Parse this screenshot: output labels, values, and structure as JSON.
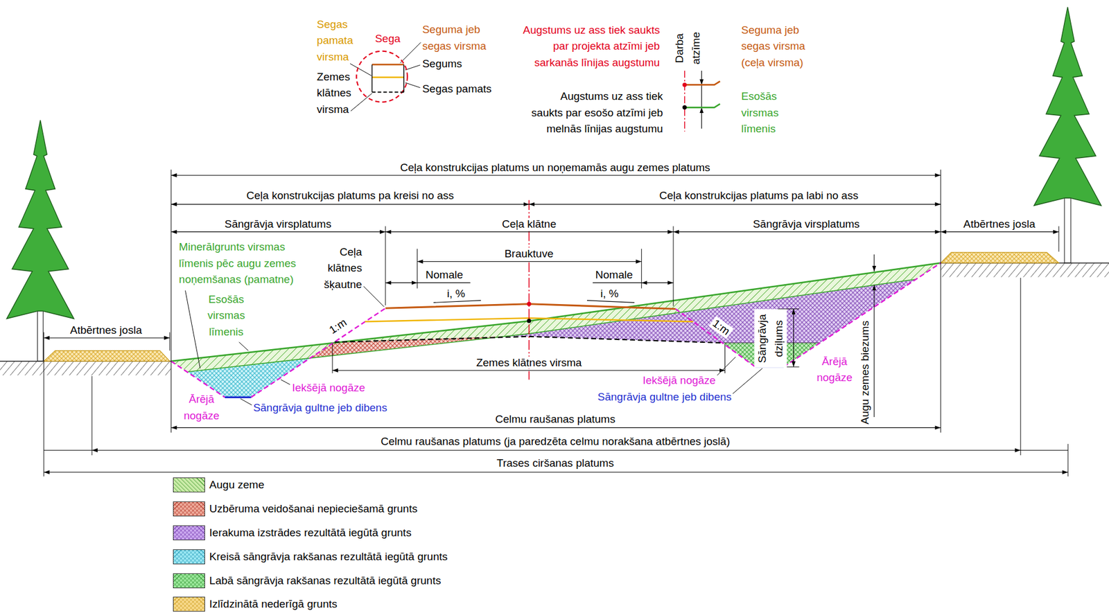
{
  "diagram": {
    "nodes": [
      {
        "text": [
          "Sega"
        ]
      }
    ],
    "labels": [
      "Segas pamata virsma",
      "Seguma jeb segas virsma",
      "Segums",
      "Zemes klātnes virsma",
      "Segas pamats",
      "Augstums uz ass tiek saukts par projekta atzīmi jeb sarkanās līnijas augstumu",
      "Darba atzīme",
      "Seguma jeb segas virsma (ceļa virsma)",
      "Augstums uz ass tiek saukts par esošo atzīmi jeb melnās līnijas augstumu",
      "Esošās virsmas līmenis",
      "Ceļa konstrukcijas platums un noņemamās augu zemes platums",
      "Ceļa konstrukcijas platums pa kreisi no ass",
      "Ceļa konstrukcijas platums pa labi no ass",
      "Sāngrāvja virsplatums",
      "Ceļa klātne",
      "Sāngrāvja virsplatums",
      "Atbērtnes josla",
      "Brauktuve",
      "Ceļa klātnes šķautne",
      "Nomale",
      "Nomale",
      "i, %",
      "i, %",
      "Minerālgrunts virsmas līmenis pēc augu zemes noņemšanas (pamatne)",
      "Esošās virsmas līmenis",
      "Atbērtnes josla",
      "1:m",
      "1:m",
      "Zemes klātnes virsma",
      "Iekšējā nogāze",
      "Ārējā nogāze",
      "Sāngrāvja gultne jeb dibens",
      "Iekšējā nogāze",
      "Sāngrāvja gultne jeb dibens",
      "Ārējā nogāze",
      "Sāngrāvja dziļums",
      "Augu zemes biezums",
      "Celmu raušanas platums",
      "Celmu raušanas platums (ja paredzēta celmu norakšana atbērtnes joslā)",
      "Trases ciršanas platums"
    ],
    "legend": [
      {
        "text": "Augu zeme",
        "color": "#c8eaa6"
      },
      {
        "text": "Uzbēruma veidošanai nepieciešamā grunts",
        "color": "#eea999"
      },
      {
        "text": "Ierakuma izstrādes rezultātā iegūtā grunts",
        "color": "#c9a6ee"
      },
      {
        "text": "Kreisā sāngrāvja rakšanas rezultātā iegūtā grunts",
        "color": "#99e6f2"
      },
      {
        "text": "Labā sāngrāvja rakšanas rezultātā iegūtā grunts",
        "color": "#99e699"
      },
      {
        "text": "Izlīdzinātā nederīgā grunts",
        "color": "#f7d98a"
      }
    ]
  }
}
